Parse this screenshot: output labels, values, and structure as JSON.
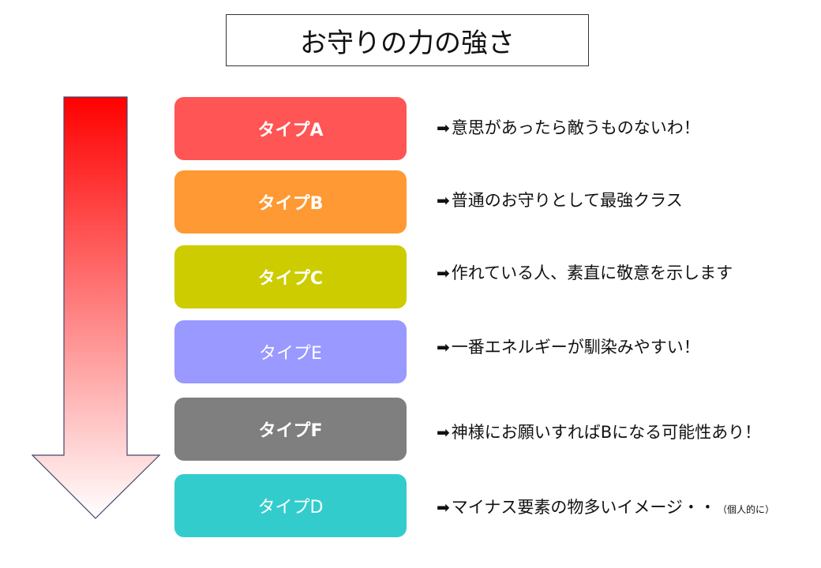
{
  "title": "お守りの力の強さ",
  "rows": [
    {
      "label": "タイプA",
      "color": "#ff5555",
      "arrow": "➡",
      "text": "意思があったら敵うものないわ！",
      "note": ""
    },
    {
      "label": "タイプB",
      "color": "#ff9933",
      "arrow": "➡",
      "text": "普通のお守りとして最強クラス",
      "note": ""
    },
    {
      "label": "タイプC",
      "color": "#cccc00",
      "arrow": "➡",
      "text": "作れている人、素直に敬意を示します",
      "note": ""
    },
    {
      "label": "タイプE",
      "color": "#9999ff",
      "arrow": "➡",
      "text": "一番エネルギーが馴染みやすい！",
      "note": ""
    },
    {
      "label": "タイプF",
      "color": "#7f7f7f",
      "arrow": "➡",
      "text": "神様にお願いすればBになる可能性あり！",
      "note": ""
    },
    {
      "label": "タイプD",
      "color": "#33cccc",
      "arrow": "➡",
      "text": "マイナス要素の物多いイメージ・・",
      "note": "（個人的に）"
    }
  ],
  "arrow_gradient": {
    "top": "#ff0000",
    "bottom": "#ffffff",
    "outline": "#44446a"
  }
}
